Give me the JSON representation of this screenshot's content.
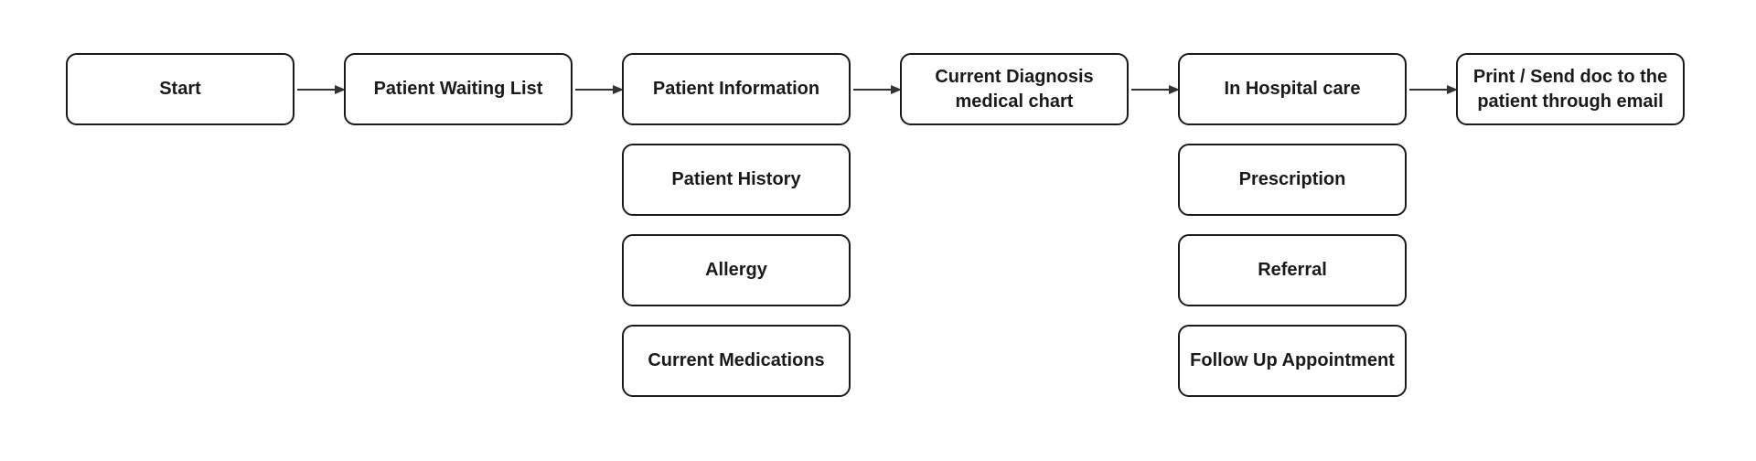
{
  "flow": {
    "main": [
      {
        "id": "start",
        "label": "Start"
      },
      {
        "id": "patient-waiting-list",
        "label": "Patient Waiting List"
      },
      {
        "id": "patient-information",
        "label": "Patient Information"
      },
      {
        "id": "current-diagnosis",
        "label": "Current Diagnosis\nmedical chart"
      },
      {
        "id": "in-hospital-care",
        "label": "In Hospital care"
      },
      {
        "id": "print-send-doc",
        "label": "Print / Send doc to the\npatient through email"
      }
    ],
    "patient_information_items": [
      {
        "id": "patient-history",
        "label": "Patient History"
      },
      {
        "id": "allergy",
        "label": "Allergy"
      },
      {
        "id": "current-medications",
        "label": "Current Medications"
      }
    ],
    "in_hospital_care_items": [
      {
        "id": "prescription",
        "label": "Prescription"
      },
      {
        "id": "referral",
        "label": "Referral"
      },
      {
        "id": "follow-up-appointment",
        "label": "Follow Up Appointment"
      }
    ]
  },
  "colors": {
    "stroke": "#1a1a1a",
    "arrow": "#333333",
    "background": "#ffffff"
  }
}
